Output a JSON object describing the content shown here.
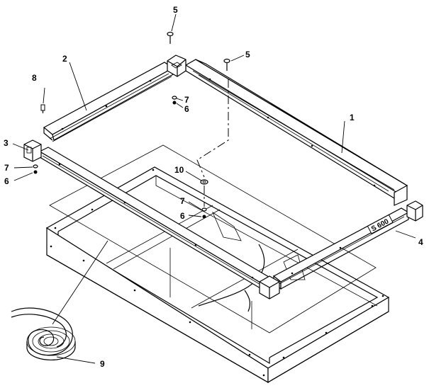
{
  "diagram": {
    "model_label": "S 600",
    "callouts": {
      "c1": "1",
      "c2": "2",
      "c3": "3",
      "c4": "4",
      "c5a": "5",
      "c5b": "5",
      "c6a": "6",
      "c6b": "6",
      "c6c": "6",
      "c7a": "7",
      "c7b": "7",
      "c7c": "7",
      "c8": "8",
      "c9": "9",
      "c10": "10"
    }
  }
}
